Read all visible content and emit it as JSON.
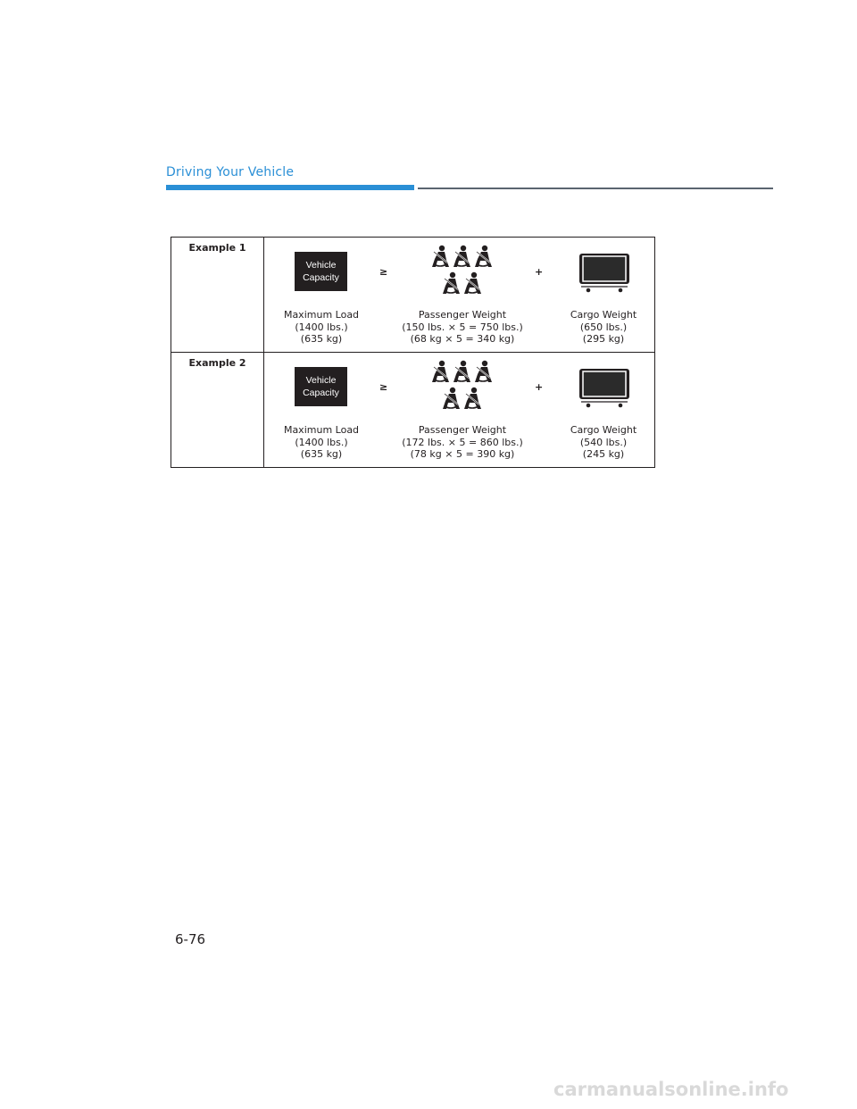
{
  "header": {
    "title": "Driving Your Vehicle"
  },
  "page_number": "6-76",
  "watermark": "carmanualsonline.info",
  "icons": {
    "capacity_label": [
      "Vehicle",
      "Capacity"
    ],
    "passenger": "seat-belt-passenger-icon",
    "cargo": "cargo-trailer-icon"
  },
  "examples": [
    {
      "label": "Example 1",
      "operator_ge": "≥",
      "operator_plus": "+",
      "max_load": [
        "Maximum Load",
        "(1400 lbs.)",
        "(635 kg)"
      ],
      "passenger_weight": [
        "Passenger Weight",
        "(150 lbs. × 5 = 750 lbs.)",
        "(68 kg × 5 = 340 kg)"
      ],
      "cargo_weight": [
        "Cargo Weight",
        "(650 lbs.)",
        "(295 kg)"
      ]
    },
    {
      "label": "Example 2",
      "operator_ge": "≥",
      "operator_plus": "+",
      "max_load": [
        "Maximum Load",
        "(1400 lbs.)",
        "(635 kg)"
      ],
      "passenger_weight": [
        "Passenger Weight",
        "(172 lbs. × 5 = 860 lbs.)",
        "(78 kg × 5 = 390 kg)"
      ],
      "cargo_weight": [
        "Cargo Weight",
        "(540 lbs.)",
        "(245 kg)"
      ]
    }
  ],
  "colors": {
    "accent": "#2a8fd6",
    "rule": "#5a6470",
    "ink": "#231f20"
  }
}
